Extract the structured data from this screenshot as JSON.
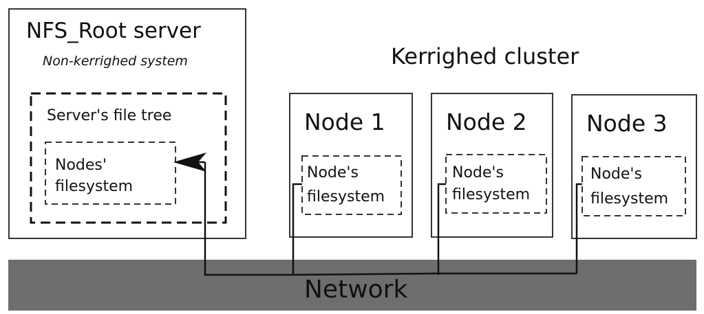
{
  "server": {
    "title": "NFS_Root server",
    "subtitle": "Non-kerrighed system",
    "file_tree_label": "Server's file tree",
    "nodes_fs_line1": "Nodes'",
    "nodes_fs_line2": "filesystem"
  },
  "cluster": {
    "title": "Kerrighed cluster",
    "nodes": [
      {
        "label": "Node 1",
        "fs_line1": "Node's",
        "fs_line2": "filesystem"
      },
      {
        "label": "Node 2",
        "fs_line1": "Node's",
        "fs_line2": "filesystem"
      },
      {
        "label": "Node 3",
        "fs_line1": "Node's",
        "fs_line2": "filesystem"
      }
    ]
  },
  "network": {
    "label": "Network",
    "color": "#6e6e6e"
  }
}
